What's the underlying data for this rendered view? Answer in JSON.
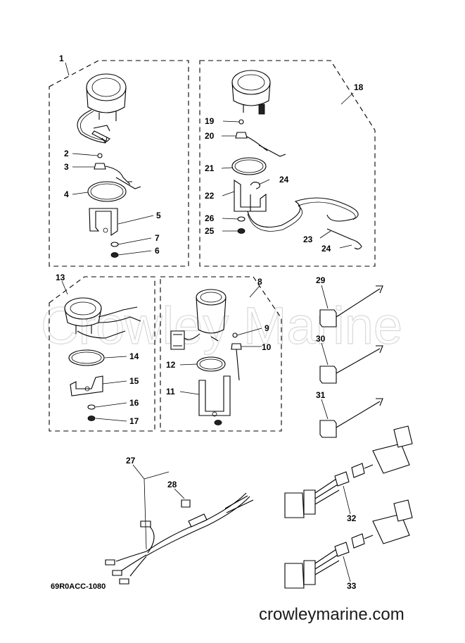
{
  "diagram_code": "69R0ACC-1080",
  "watermark": "Crowley Marine",
  "website": "crowleymarine.com",
  "callouts": [
    "1",
    "2",
    "3",
    "4",
    "5",
    "6",
    "7",
    "8",
    "9",
    "10",
    "11",
    "12",
    "13",
    "14",
    "15",
    "16",
    "17",
    "18",
    "19",
    "20",
    "21",
    "22",
    "23",
    "24",
    "25",
    "26",
    "27",
    "28",
    "29",
    "30",
    "31",
    "32",
    "33"
  ]
}
